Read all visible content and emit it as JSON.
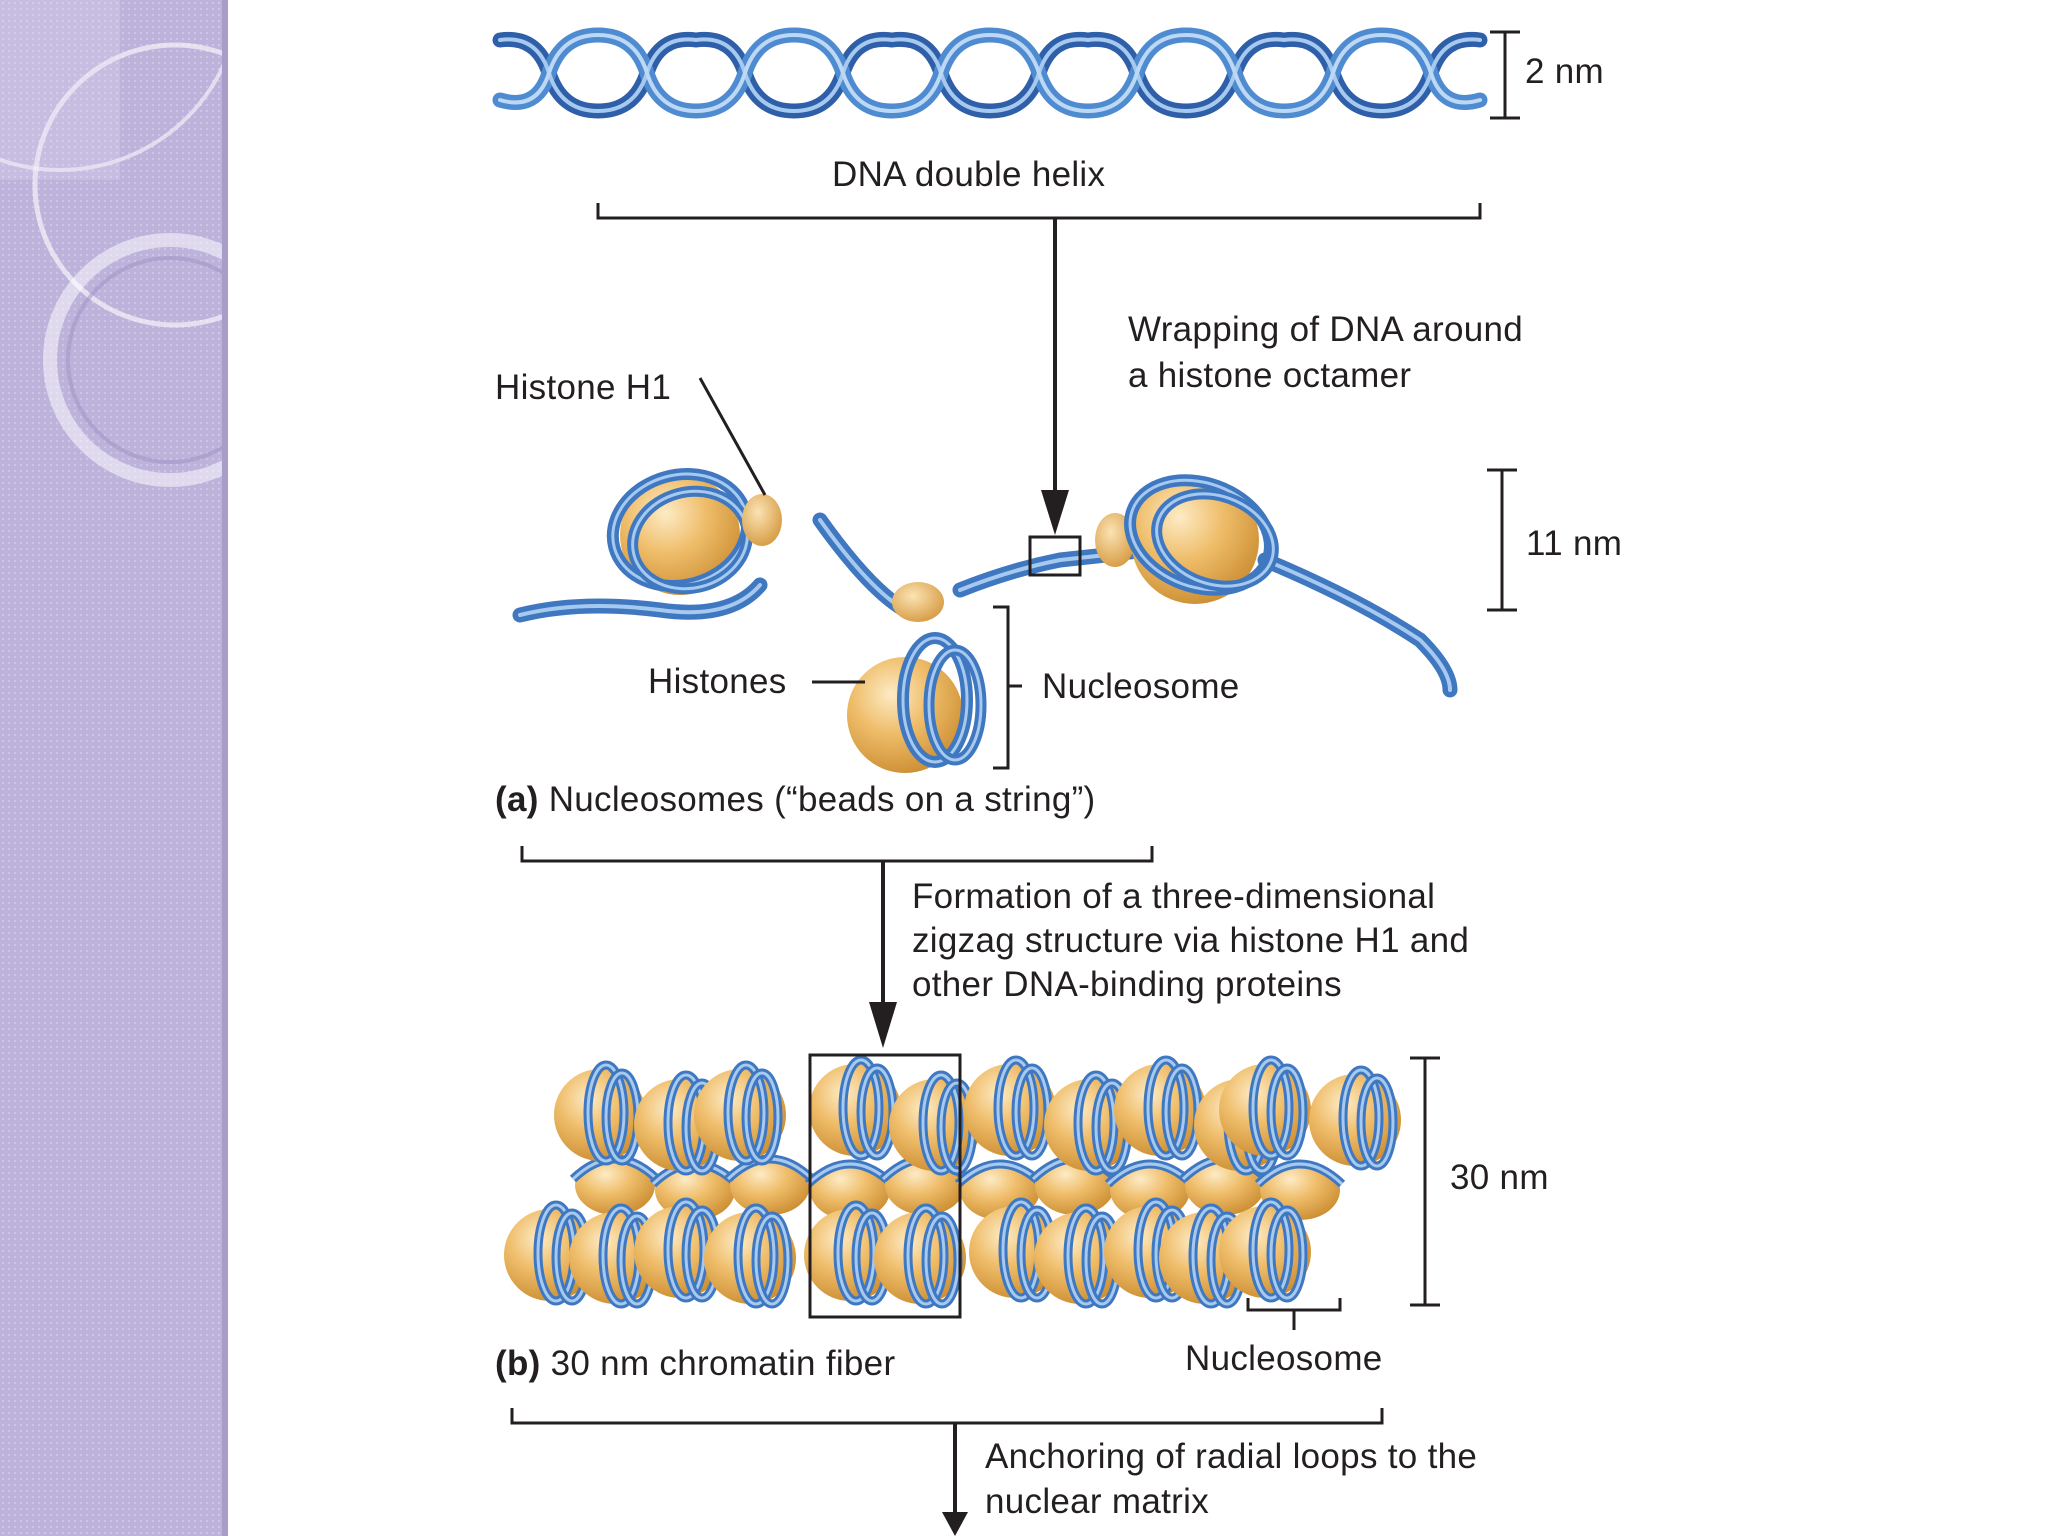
{
  "labels": {
    "scale_2nm": "2 nm",
    "dna_double_helix": "DNA double helix",
    "wrapping_line1": "Wrapping of DNA around",
    "wrapping_line2": "a histone octamer",
    "histone_h1": "Histone H1",
    "scale_11nm": "11 nm",
    "histones": "Histones",
    "nucleosome_a": "Nucleosome",
    "caption_a_letter": "(a)",
    "caption_a_text": "Nucleosomes (“beads on a string”)",
    "formation_line1": "Formation of a three-dimensional",
    "formation_line2": "zigzag structure via histone H1 and",
    "formation_line3": "other DNA-binding proteins",
    "scale_30nm": "30 nm",
    "caption_b_letter": "(b)",
    "caption_b_text": "30 nm chromatin fiber",
    "nucleosome_b": "Nucleosome",
    "anchoring_line1": "Anchoring of radial loops to the",
    "anchoring_line2": "nuclear matrix"
  },
  "colors": {
    "dna_blue": "#3f78c0",
    "dna_light": "#a6c9ef",
    "histone_gold": "#e0a94c",
    "histone_light": "#fbe6bd",
    "sidebar_purple": "#bdb2da",
    "text": "#231f20"
  }
}
